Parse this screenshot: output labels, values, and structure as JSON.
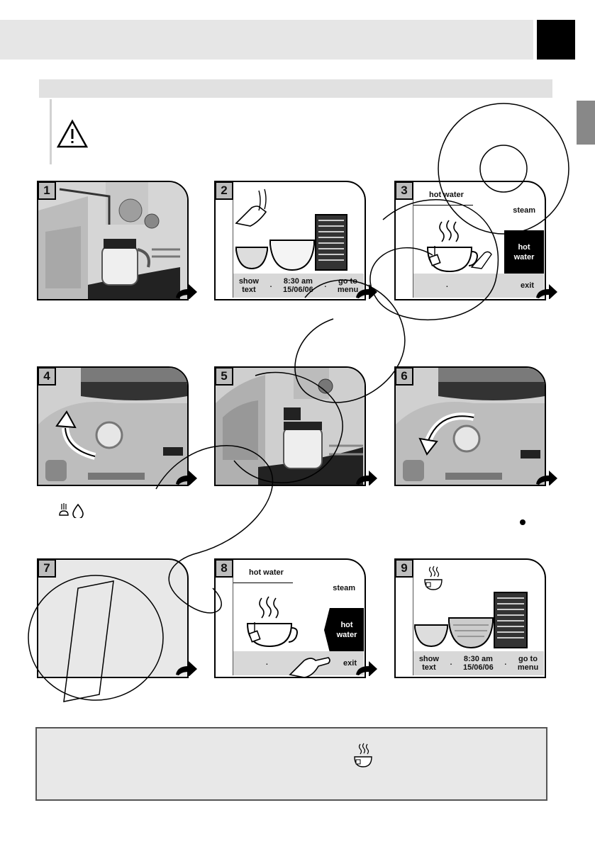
{
  "steps": [
    {
      "number": "1"
    },
    {
      "number": "2",
      "display": {
        "left": "show\ntext",
        "sep1": ".",
        "center": "8:30 am\n15/06/06",
        "sep2": ".",
        "right": "go to\nmenu"
      }
    },
    {
      "number": "3",
      "display": {
        "title": "hot water",
        "steam": "steam",
        "selected": "hot\nwater",
        "bar_left": ".",
        "bar_right": "exit"
      }
    },
    {
      "number": "4"
    },
    {
      "number": "5"
    },
    {
      "number": "6"
    },
    {
      "number": "7"
    },
    {
      "number": "8",
      "display": {
        "title": "hot water",
        "steam": "steam",
        "selected": "hot\nwater",
        "bar_left": ".",
        "bar_right": "exit"
      }
    },
    {
      "number": "9",
      "display": {
        "left": "show\ntext",
        "sep1": ".",
        "center": "8:30 am\n15/06/06",
        "sep2": ".",
        "right": "go to\nmenu"
      }
    }
  ],
  "icons": {
    "warning": "warning-triangle-icon",
    "steam_water": "steam-and-drop-icon",
    "bullet": "bullet-dot",
    "tea_cup": "hot-water-cup-icon"
  },
  "colors": {
    "header": "#e6e6e6",
    "panel": "#e8e8e8",
    "display_bar": "#d8d8d8",
    "selected": "#000000"
  }
}
